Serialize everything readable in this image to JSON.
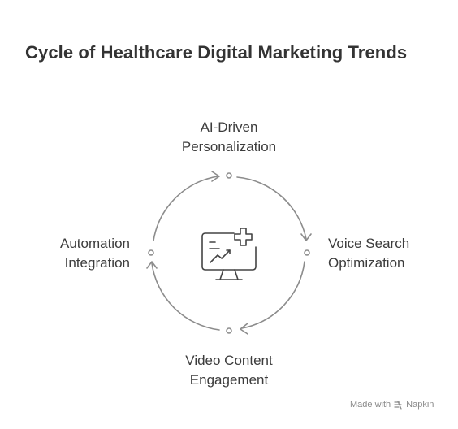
{
  "title": "Cycle of Healthcare Digital Marketing Trends",
  "nodes": {
    "top": {
      "line1": "AI-Driven",
      "line2": "Personalization"
    },
    "right": {
      "line1": "Voice Search",
      "line2": "Optimization"
    },
    "bottom": {
      "line1": "Video Content",
      "line2": "Engagement"
    },
    "left": {
      "line1": "Automation",
      "line2": "Integration"
    }
  },
  "center_icon": "monitor-medical-chart-icon",
  "footer": {
    "made_with": "Made with",
    "brand": "Napkin"
  },
  "colors": {
    "stroke": "#8c8c8c",
    "icon": "#444444",
    "text": "#3c3c3c"
  }
}
